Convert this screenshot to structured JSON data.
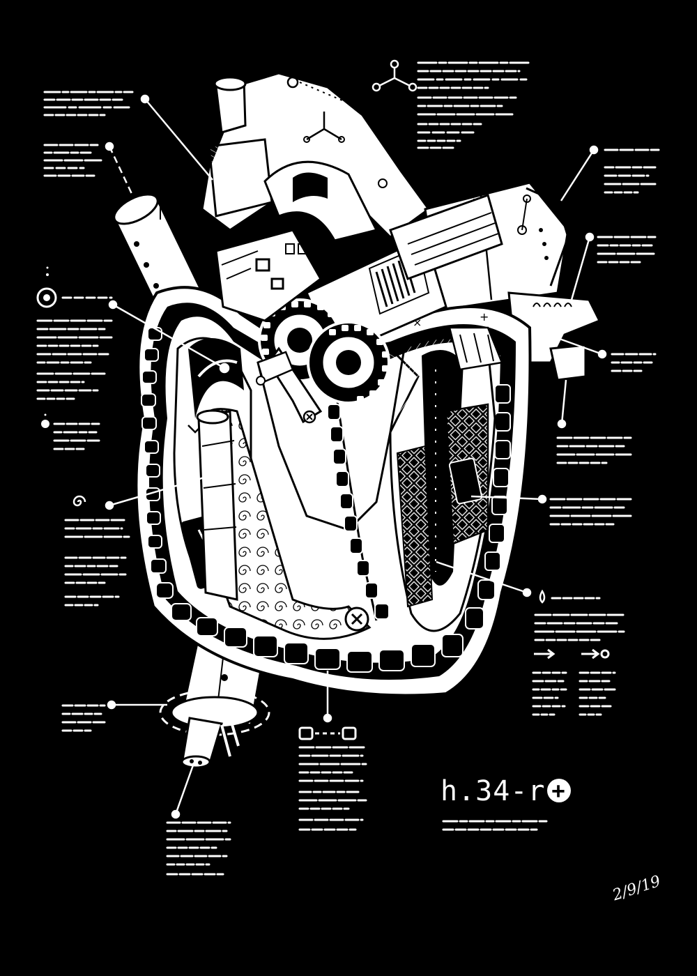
{
  "illustration": {
    "style": "white-ink-on-black",
    "subject_icon": "mechanical-heart-cross-section"
  },
  "model_code": "h.34-r",
  "model_badge_icon": "plus-circle-icon",
  "signature_date": "2/9/19",
  "colors": {
    "background": "#000000",
    "ink": "#ffffff"
  },
  "legend_icons": [
    "triangle-node-icon",
    "target-ring-icon",
    "small-dot-icon",
    "spiral-icon",
    "droplet-icon",
    "arrow-right-icon",
    "arrow-to-circle-icon",
    "square-link-square-icon"
  ]
}
